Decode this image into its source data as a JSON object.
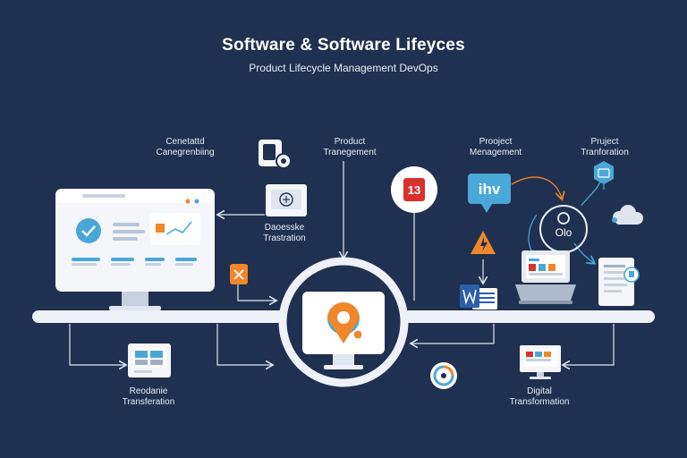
{
  "header": {
    "title": "Software & Software Lifeyces",
    "subtitle": "Product Lifecycle Management DevOps"
  },
  "labels": {
    "top_left": [
      "Cenetattd",
      "Canegrenbiing"
    ],
    "top_center": [
      "Product",
      "Tranegement"
    ],
    "top_right_center": [
      "Prooject",
      "Menagement"
    ],
    "top_right": [
      "Pruject",
      "Tranforation"
    ],
    "middle_left": [
      "Daoesske",
      "Trastration"
    ],
    "bottom_left": [
      "Reodanie",
      "Transferation"
    ],
    "bottom_right": [
      "Digital",
      "Transformation"
    ]
  },
  "badges": {
    "red_box": "13",
    "speech_bubble": "ihv",
    "person": "Olo"
  },
  "colors": {
    "background": "#1f3050",
    "accent_blue": "#4aa8d8",
    "accent_orange": "#f0872a",
    "accent_red": "#d8322e"
  }
}
